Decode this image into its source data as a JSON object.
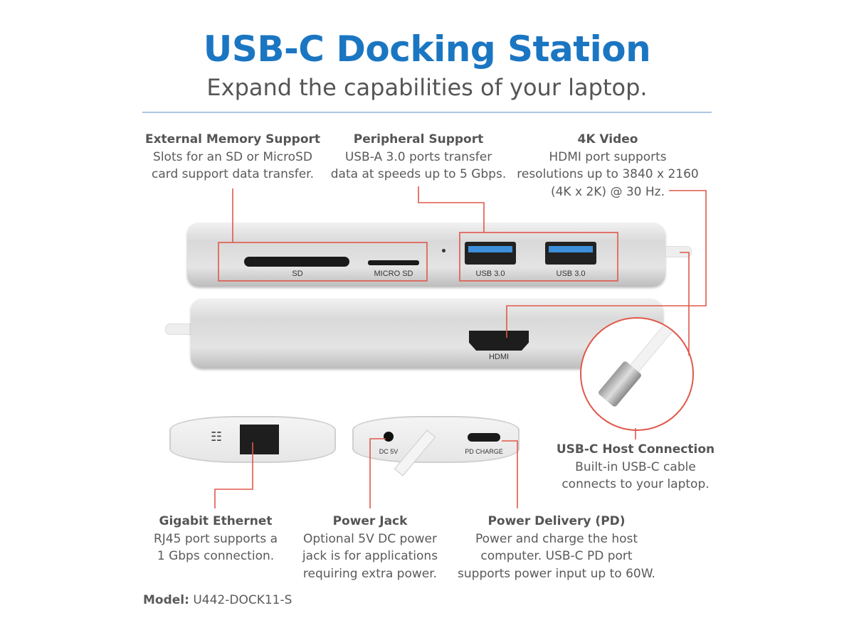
{
  "header": {
    "title": "USB-C Docking Station",
    "subtitle": "Expand the capabilities of your laptop."
  },
  "features": {
    "external_memory": {
      "heading": "External Memory Support",
      "lines": [
        "Slots for an SD or MicroSD",
        "card support data transfer."
      ]
    },
    "peripheral": {
      "heading": "Peripheral Support",
      "lines": [
        "USB-A 3.0 ports transfer",
        "data at speeds up to 5 Gbps."
      ]
    },
    "video": {
      "heading": "4K Video",
      "lines": [
        "HDMI port supports",
        "resolutions up to 3840 x 2160",
        "(4K x 2K) @ 30 Hz."
      ]
    },
    "host": {
      "heading": "USB-C Host Connection",
      "lines": [
        "Built-in USB-C cable",
        "connects to your laptop."
      ]
    },
    "ethernet": {
      "heading": "Gigabit Ethernet",
      "lines": [
        "RJ45 port supports a",
        "1 Gbps connection."
      ]
    },
    "power_jack": {
      "heading": "Power Jack",
      "lines": [
        "Optional 5V DC power",
        "jack is for applications",
        "requiring extra power."
      ]
    },
    "power_delivery": {
      "heading": "Power Delivery (PD)",
      "lines": [
        "Power and charge the host",
        "computer. USB-C PD port",
        "supports power input up to 60W."
      ]
    }
  },
  "port_labels": {
    "sd": "SD",
    "micro_sd": "MICRO SD",
    "usb1": "USB 3.0",
    "usb2": "USB 3.0",
    "hdmi": "HDMI",
    "dc": "DC 5V",
    "pd": "PD CHARGE"
  },
  "model": {
    "label": "Model:",
    "value": "U442-DOCK11-S"
  },
  "colors": {
    "title": "#1b76c2",
    "callout": "#e0584a",
    "divider": "#a9c7e3"
  }
}
